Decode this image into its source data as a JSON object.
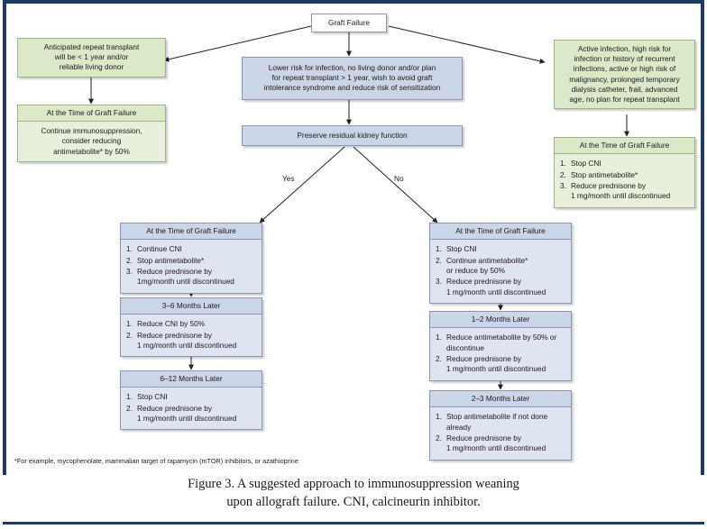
{
  "figure": {
    "caption_line1": "Figure 3. A suggested approach to immunosuppression weaning",
    "caption_line2": "upon allograft failure. CNI, calcineurin inhibitor.",
    "footnote": "*For example, mycophenolate, mammalian target of rapamycin (mTOR) inhibitors, or azathioprine"
  },
  "colors": {
    "frame": "#1f3864",
    "green_fill": "#dbe9c9",
    "green_light": "#e6f0dc",
    "blue_fill": "#ccd4e8",
    "blue_light": "#dfe4f1",
    "white_fill": "#ffffff",
    "edge": "#231f20"
  },
  "nodes": {
    "root": {
      "label": "Graft Failure"
    },
    "left_condition": {
      "line1": "Anticipated repeat transplant",
      "line2": "will be < 1 year and/or",
      "line3": "reliable living donor"
    },
    "left_action": {
      "header": "At the Time of Graft Failure",
      "line1": "Continue immunosuppression,",
      "line2": "consider reducing",
      "line3": "antimetabolite* by 50%"
    },
    "center_condition": {
      "line1": "Lower risk for infection, no living donor and/or plan",
      "line2": "for repeat transplant > 1 year, wish to avoid graft",
      "line3": "intolerance syndrome and reduce risk of sensitization"
    },
    "center_decision": {
      "label": "Preserve residual kidney function"
    },
    "right_condition": {
      "line1": "Active infection, high risk for",
      "line2": "infection or history of recurrent",
      "line3": "infections, active or high risk of",
      "line4": "malignancy, prolonged temporary",
      "line5": "dialysis catheter, frail, advanced",
      "line6": "age, no plan for repeat transplant"
    },
    "right_action": {
      "header": "At the Time of Graft Failure",
      "steps": [
        {
          "num": "1.",
          "text": "Stop CNI"
        },
        {
          "num": "2.",
          "text": "Stop antimetabolite*"
        },
        {
          "num": "3.",
          "text": "Reduce prednisone by",
          "cont": "1 mg/month until discontinued"
        }
      ]
    },
    "yes_action": {
      "header": "At the Time of Graft Failure",
      "steps": [
        {
          "num": "1.",
          "text": "Continue CNI"
        },
        {
          "num": "2.",
          "text": "Stop antimetabolite*"
        },
        {
          "num": "3.",
          "text": "Reduce prednisone by",
          "cont": "1mg/month until discontinued"
        }
      ]
    },
    "yes_followup1": {
      "header": "3–6 Months Later",
      "steps": [
        {
          "num": "1.",
          "text": "Reduce CNI by 50%"
        },
        {
          "num": "2.",
          "text": "Reduce prednisone by",
          "cont": "1 mg/month until discontinued"
        }
      ]
    },
    "yes_followup2": {
      "header": "6–12 Months Later",
      "steps": [
        {
          "num": "1.",
          "text": "Stop CNI"
        },
        {
          "num": "2.",
          "text": "Reduce prednisone by",
          "cont": "1 mg/month until discontinued"
        }
      ]
    },
    "no_action": {
      "header": "At the Time of Graft Failure",
      "steps": [
        {
          "num": "1.",
          "text": "Stop CNI"
        },
        {
          "num": "2.",
          "text": "Continue antimetabolite*",
          "cont": "or reduce by 50%"
        },
        {
          "num": "3.",
          "text": "Reduce prednisone by",
          "cont": "1 mg/month until discontinued"
        }
      ]
    },
    "no_followup1": {
      "header": "1–2 Months Later",
      "steps": [
        {
          "num": "1.",
          "text": "Reduce antimetabolite by 50% or",
          "cont": "discontinue"
        },
        {
          "num": "2.",
          "text": "Reduce prednisone by",
          "cont": "1 mg/month until discontinued"
        }
      ]
    },
    "no_followup2": {
      "header": "2–3 Months Later",
      "steps": [
        {
          "num": "1.",
          "text": "Stop antimetabolite if not done",
          "cont": "already"
        },
        {
          "num": "2.",
          "text": "Reduce prednisone by",
          "cont": "1 mg/month until discontinued"
        }
      ]
    }
  },
  "edge_labels": {
    "yes": "Yes",
    "no": "No"
  }
}
